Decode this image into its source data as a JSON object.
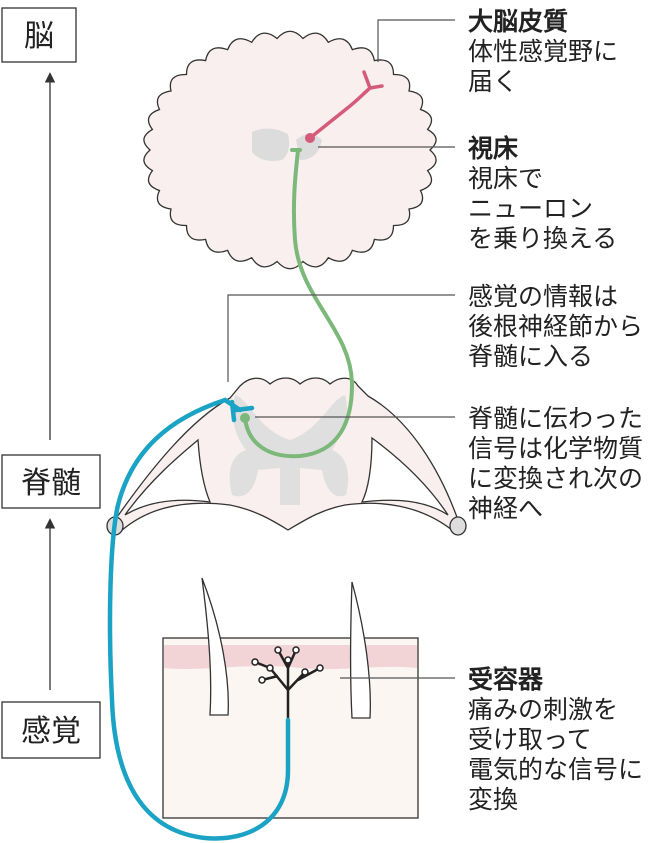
{
  "levels": {
    "brain": "脳",
    "spinal_cord": "脊髄",
    "sensation": "感覚"
  },
  "annotations": {
    "cortex": {
      "title": "大脳皮質",
      "lines": [
        "体性感覚野に",
        "届く"
      ]
    },
    "thalamus": {
      "title": "視床",
      "lines": [
        "視床で",
        "ニューロン",
        "を乗り換える"
      ]
    },
    "dorsal_root": {
      "lines": [
        "感覚の情報は",
        "後根神経節から",
        "脊髄に入る"
      ]
    },
    "synapse": {
      "lines": [
        "脊髄に伝わった",
        "信号は化学物質",
        "に変換され次の",
        "神経へ"
      ]
    },
    "receptor": {
      "title": "受容器",
      "lines": [
        "痛みの刺激を",
        "受け取って",
        "電気的な信号に",
        "変換"
      ]
    }
  },
  "colors": {
    "pathway_cortex": "#d45b7a",
    "pathway_thalamus": "#7cb87a",
    "pathway_sensory": "#1aa3c4",
    "tissue": "#f8efee",
    "gray_matter": "#dcdcdc",
    "skin_band": "#f2d3d6"
  }
}
